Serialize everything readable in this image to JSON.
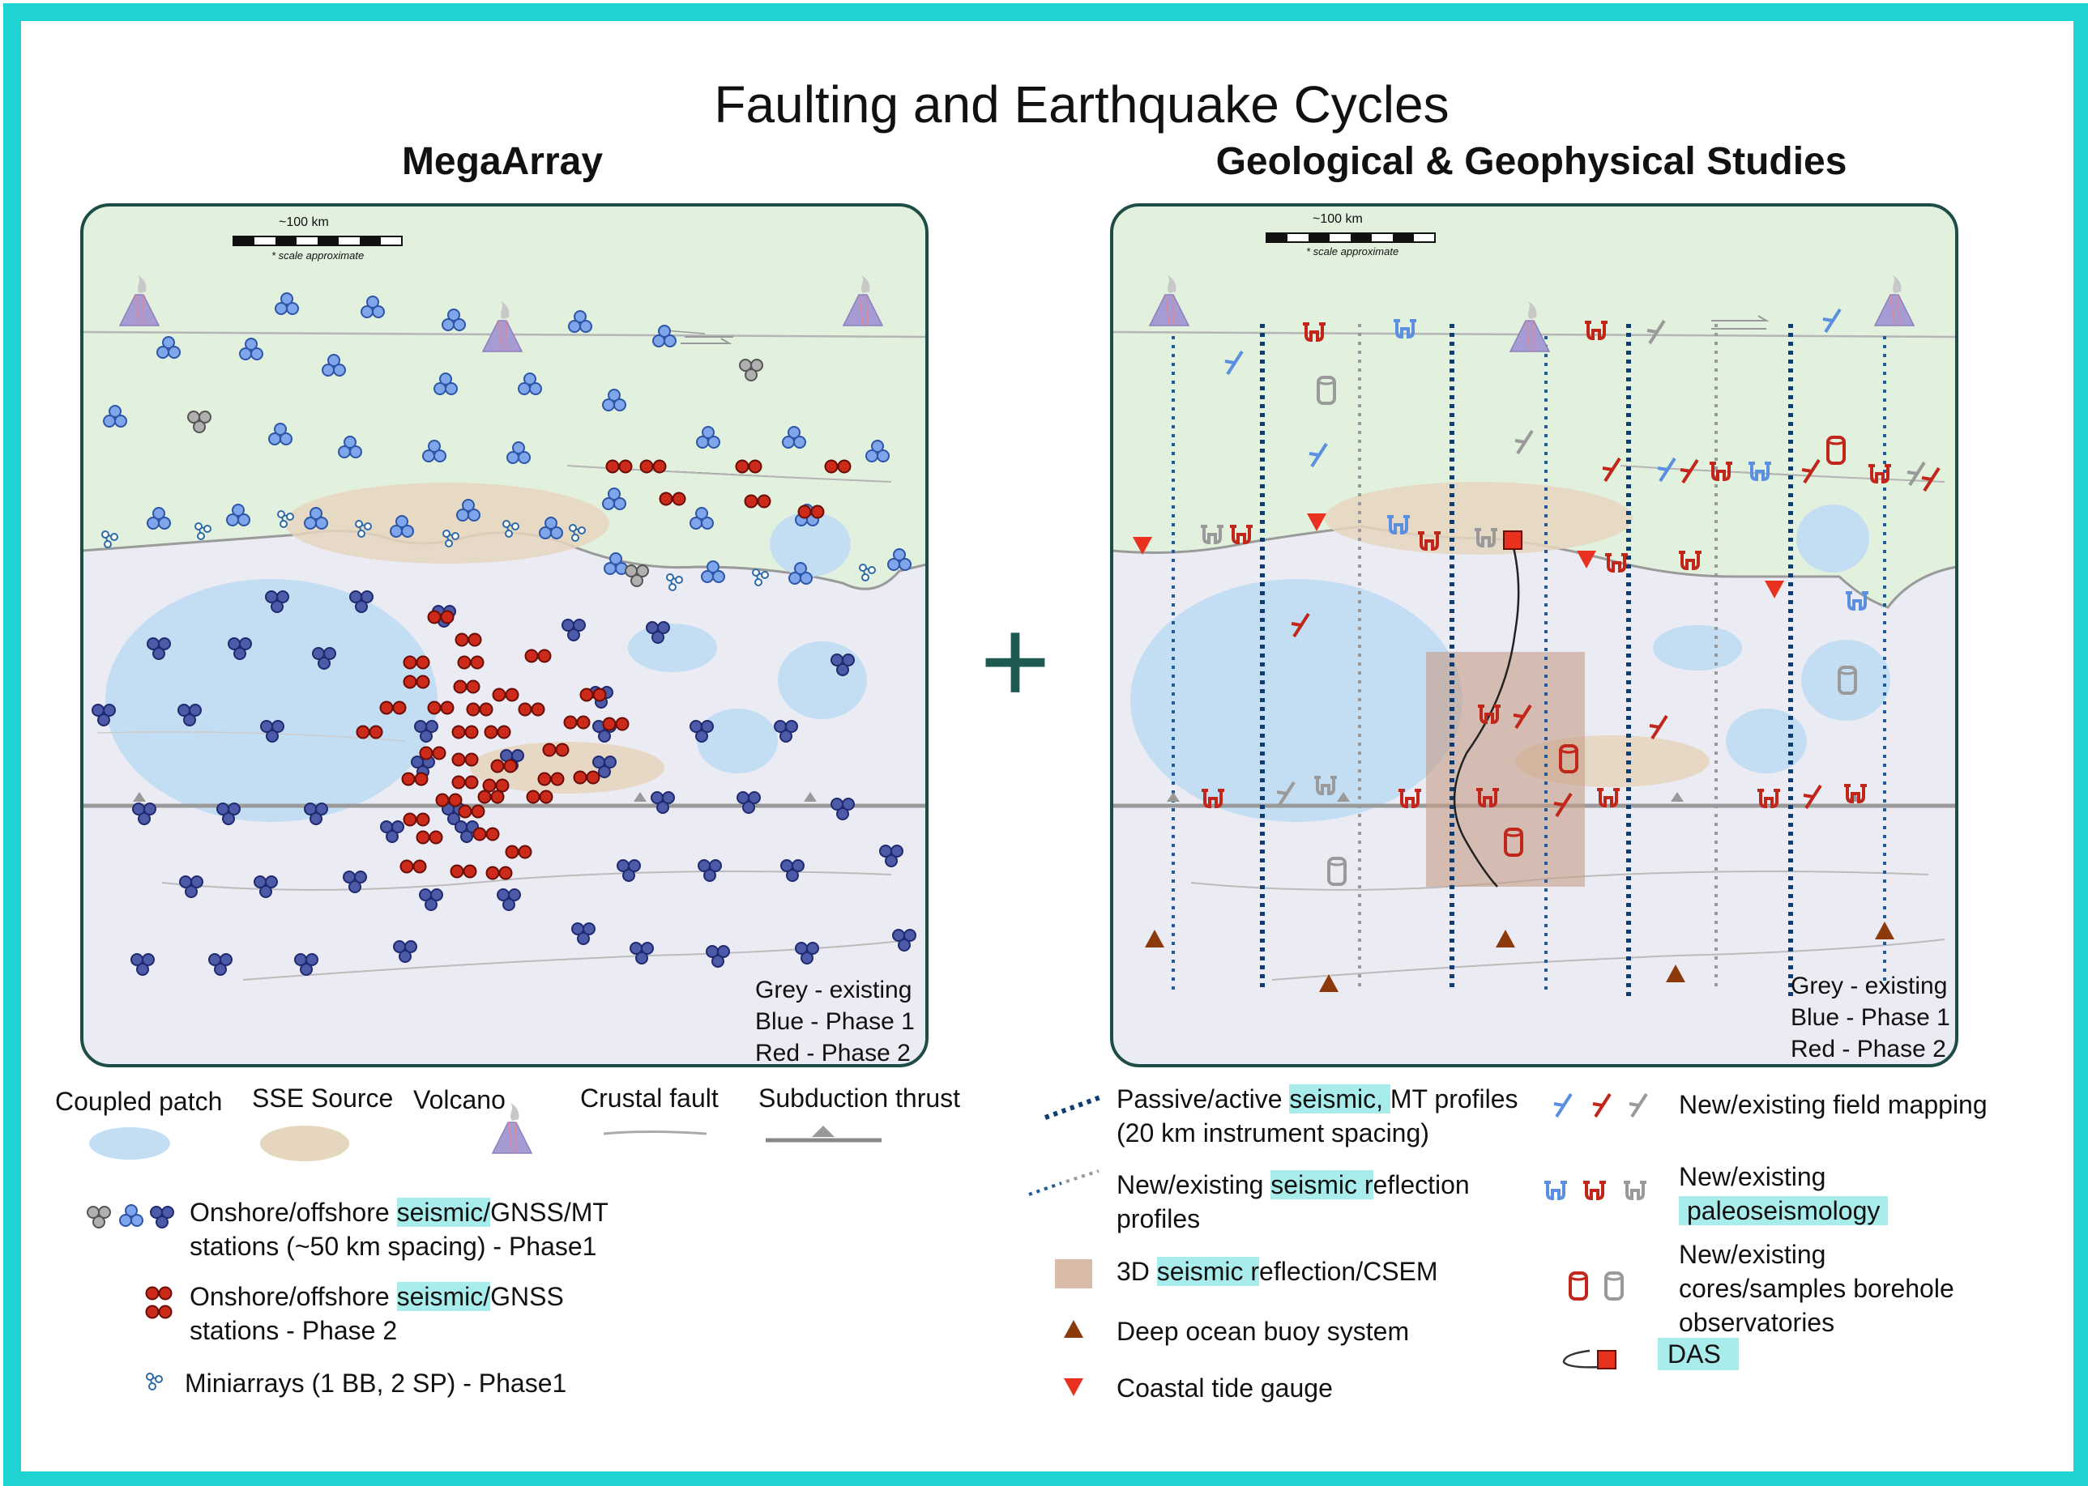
{
  "title": "Faulting and Earthquake Cycles",
  "left_panel": {
    "heading": "MegaArray",
    "scale_label": "~100 km",
    "scale_note": "* scale approximate",
    "status": [
      "Grey - existing",
      "Blue - Phase 1",
      "Red - Phase 2"
    ]
  },
  "right_panel": {
    "heading": "Geological & Geophysical Studies",
    "scale_label": "~100 km",
    "scale_note": "* scale approximate",
    "status": [
      "Grey - existing",
      "Blue - Phase 1",
      "Red - Phase 2"
    ]
  },
  "plus_sign": "+",
  "legend_left": {
    "coupled_patch": "Coupled patch",
    "sse_source": "SSE Source",
    "volcano": "Volcano",
    "crustal_fault": "Crustal fault",
    "subduction_thrust": "Subduction thrust",
    "phase1_a": "Onshore/offshore ",
    "phase1_hl": "seismic/",
    "phase1_b": "GNSS/MT",
    "phase1_c": "stations (~50 km spacing) - Phase1",
    "phase2_a": "Onshore/offshore ",
    "phase2_hl": "seismic/",
    "phase2_b": "GNSS",
    "phase2_c": "stations - Phase 2",
    "miniarrays": "Miniarrays (1 BB, 2 SP) - Phase1"
  },
  "legend_right": {
    "mt_a": "Passive/active ",
    "mt_hl": "seismic, ",
    "mt_b": "MT profiles",
    "mt_c": "(20 km instrument spacing)",
    "refl_a": "New/existing ",
    "refl_hl": "seismic r",
    "refl_b": "eflection",
    "refl_c": "profiles",
    "csem_a": "3D ",
    "csem_hl": "seismic r",
    "csem_b": "eflection/CSEM",
    "buoy": "Deep ocean buoy system",
    "tide": "Coastal tide gauge",
    "field": "New/existing field mapping",
    "paleo_a": "New/existing",
    "paleo_hl": "paleoseismology",
    "cores_a": "New/existing",
    "cores_b": "cores/samples borehole",
    "cores_c": "observatories",
    "das": "DAS"
  },
  "colors": {
    "frame": "#1fd3d3",
    "land": "#e2f1dd",
    "sea": "#ebebf4",
    "coupled": "#c3ddf3",
    "sse": "#e6d6c0",
    "blue_station": "#7fa6ea",
    "dark_station": "#4d5aa8",
    "red_station": "#cc2a1a",
    "grey_station": "#a9a9a9",
    "profile": "#0d3d72",
    "highlight": "#a9ecec"
  }
}
